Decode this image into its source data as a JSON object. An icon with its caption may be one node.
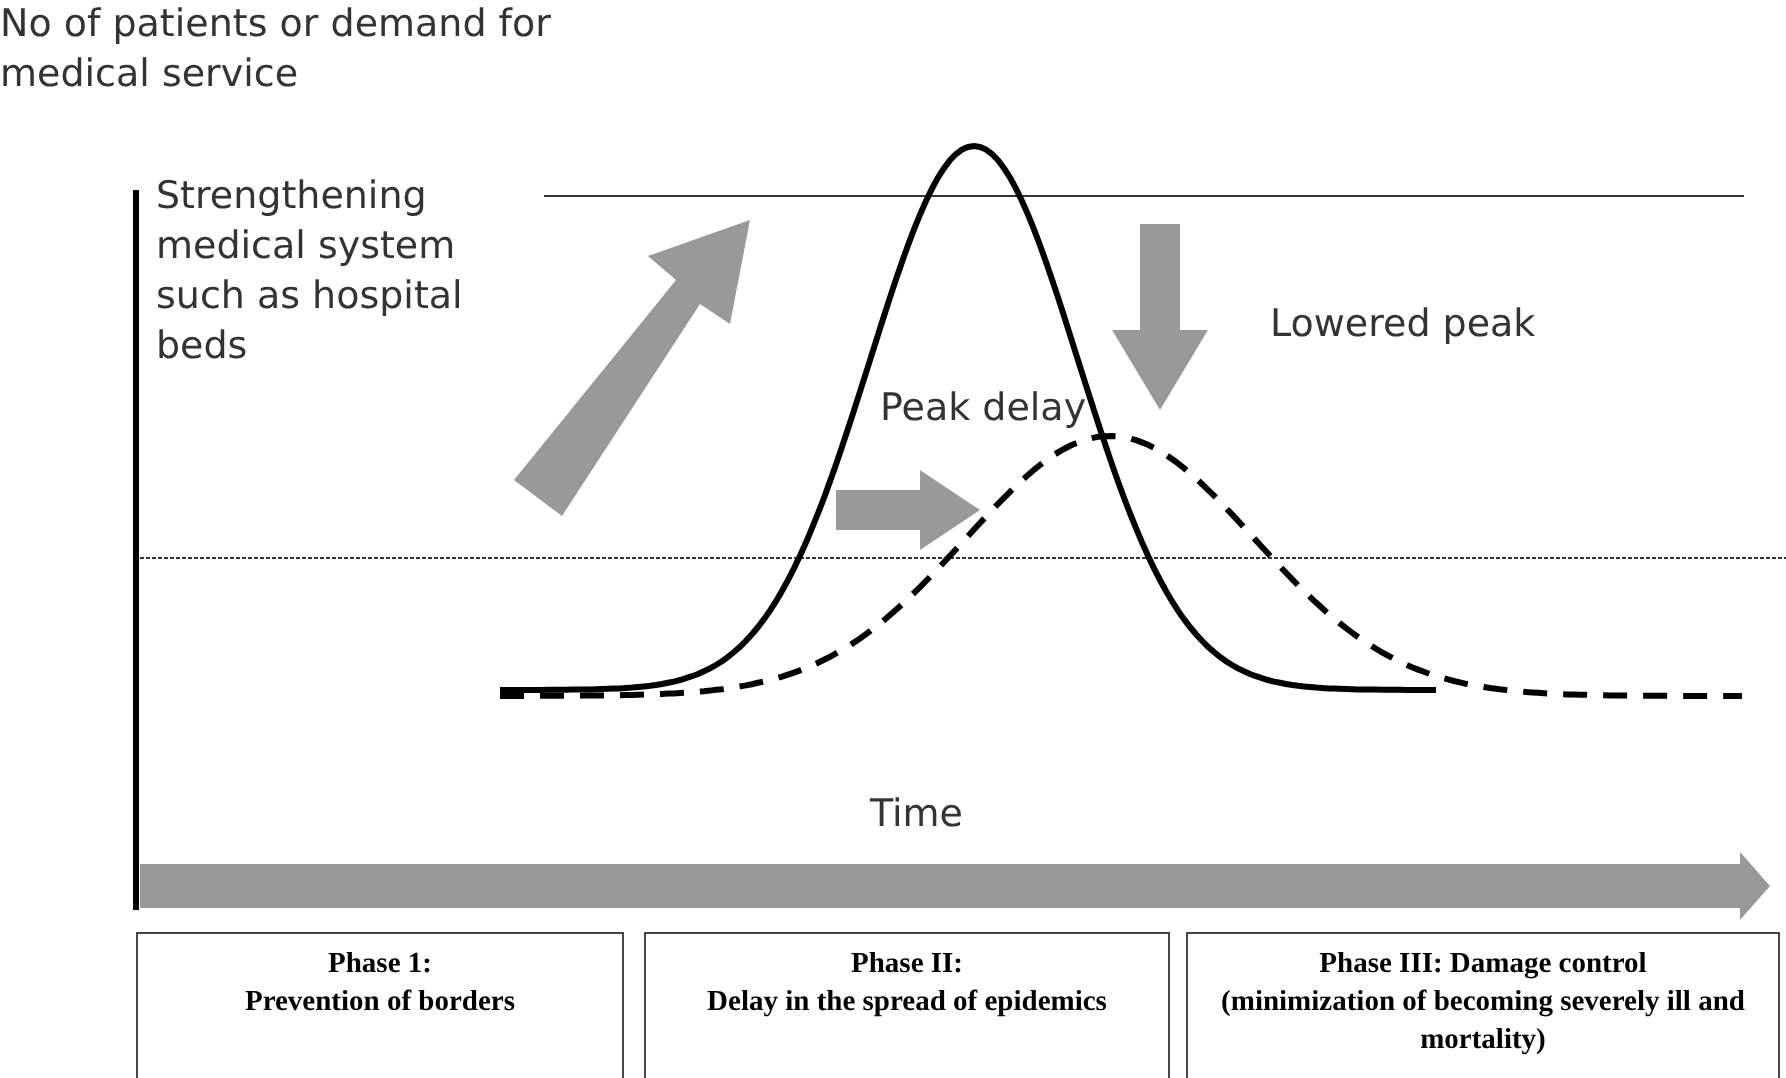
{
  "diagram": {
    "nodes": [
      {
        "text": [
          "Phase 1:",
          "Prevention of borders"
        ]
      },
      {
        "text": [
          "Phase II:",
          "Delay in the spread of epidemics"
        ]
      },
      {
        "text": [
          "Phase III: Damage control",
          "(minimization of becoming severely ill and mortality)"
        ]
      }
    ],
    "edges": [],
    "labels": [
      "No of patients or demand for medical service",
      "Strengthening medical system such as hospital beds",
      "Lowered peak",
      "Peak delay",
      "Time"
    ]
  }
}
